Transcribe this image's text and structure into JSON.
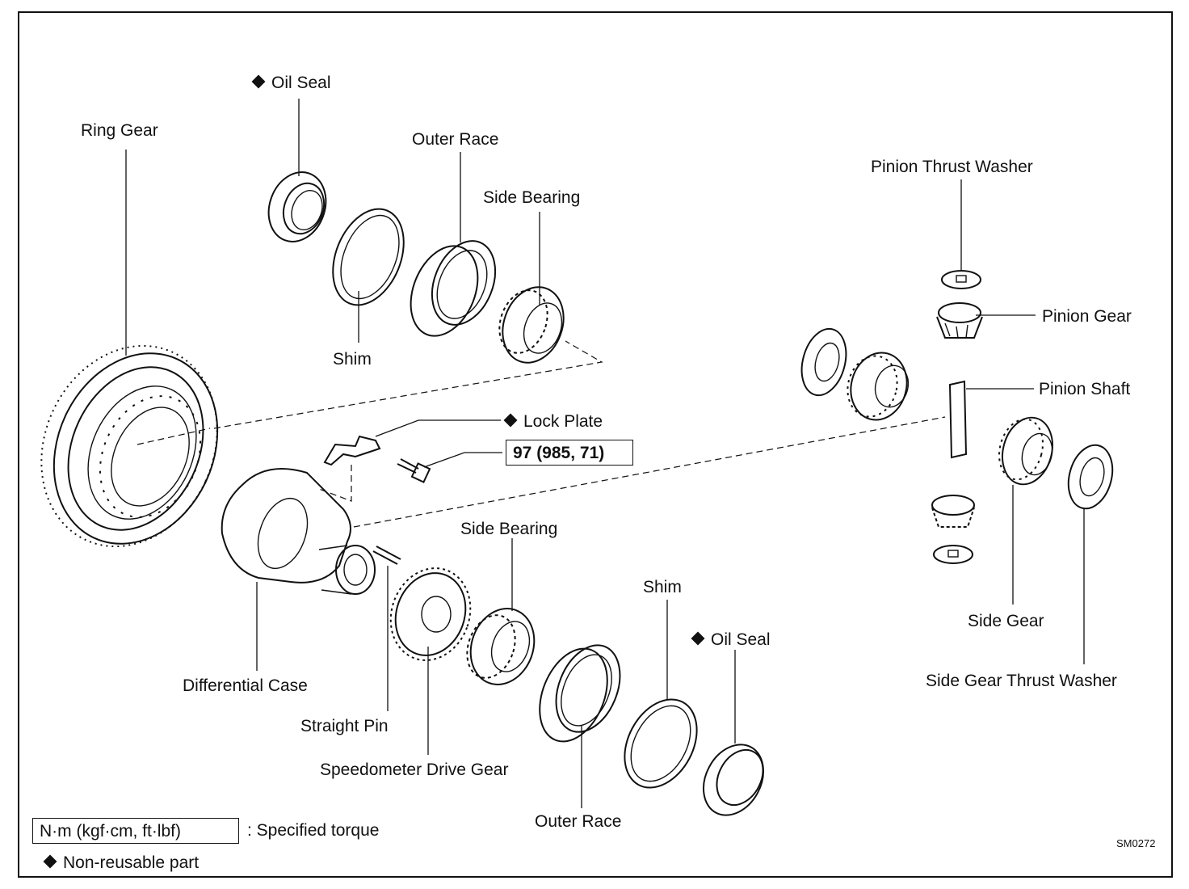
{
  "labels": {
    "oil_seal_top": "Oil Seal",
    "ring_gear": "Ring Gear",
    "outer_race_top": "Outer Race",
    "side_bearing_top": "Side Bearing",
    "shim_top": "Shim",
    "pinion_thrust_washer": "Pinion Thrust Washer",
    "pinion_gear": "Pinion Gear",
    "pinion_shaft": "Pinion Shaft",
    "lock_plate": "Lock Plate",
    "differential_case": "Differential Case",
    "straight_pin": "Straight Pin",
    "speedometer_drive_gear": "Speedometer Drive Gear",
    "side_bearing_bottom": "Side Bearing",
    "outer_race_bottom": "Outer Race",
    "shim_bottom": "Shim",
    "oil_seal_bottom": "Oil Seal",
    "side_gear": "Side Gear",
    "side_gear_thrust_washer": "Side Gear Thrust Washer"
  },
  "torque_spec": "97 (985, 71)",
  "legend": {
    "torque_unit": "N·m (kgf·cm, ft·lbf)",
    "torque_desc": ": Specified torque",
    "non_reusable": "Non-reusable part"
  },
  "figure_code": "SM0272",
  "icons": {
    "non_reusable_marker": "diamond-icon"
  }
}
